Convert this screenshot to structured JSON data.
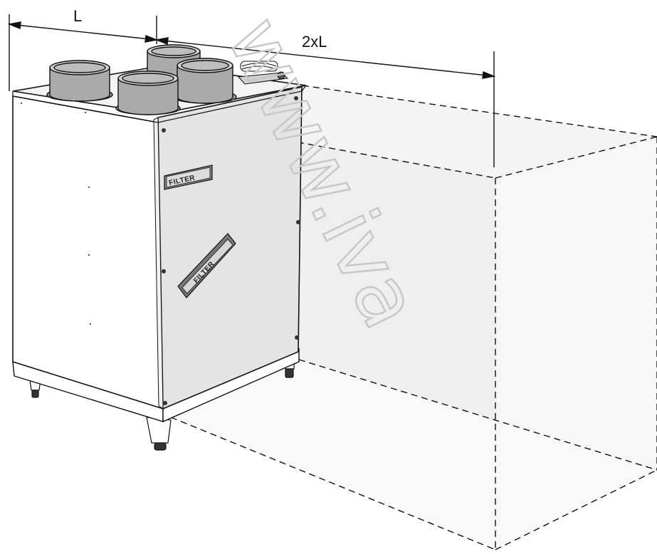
{
  "dimensions": {
    "unit_length_label": "L",
    "clearance_label": "2xL"
  },
  "unit": {
    "filter_label_1": "FILTER",
    "filter_label_2": "FILTER"
  },
  "watermark": {
    "text": "www.iva"
  },
  "colors": {
    "line": "#111111",
    "side_panel": "#ffffff",
    "front_panel": "#e6e6e6",
    "clearance_fill": "#f2f2f2",
    "watermark": "#c8c8c8"
  }
}
